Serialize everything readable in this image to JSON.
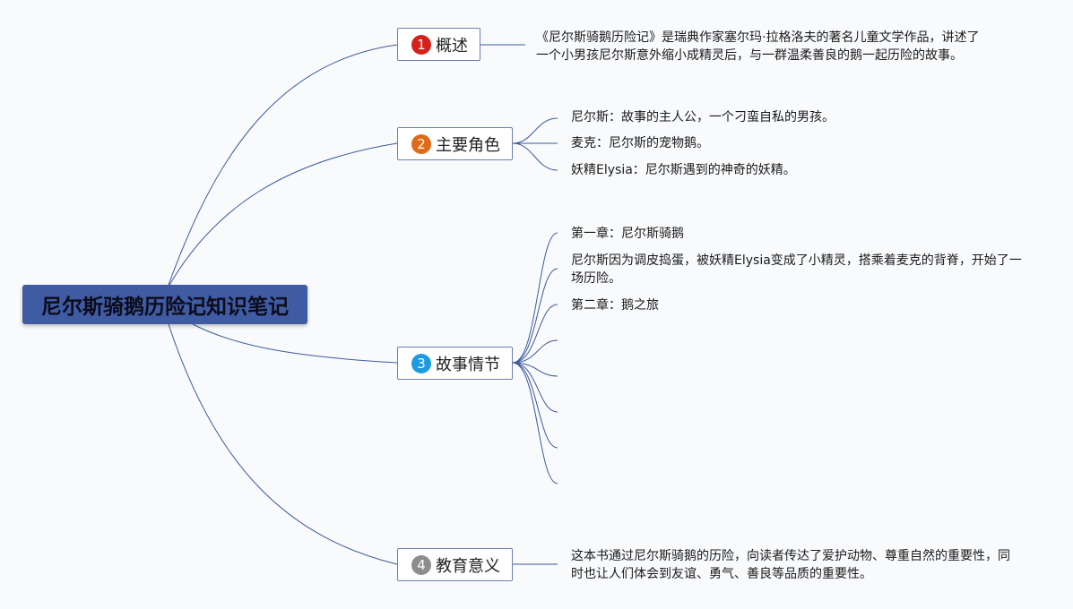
{
  "root": {
    "label": "尼尔斯骑鹅历险记知识笔记"
  },
  "topics": [
    {
      "number": "1",
      "label": "概述",
      "badge_color": "#d4221a"
    },
    {
      "number": "2",
      "label": "主要角色",
      "badge_color": "#e06a17"
    },
    {
      "number": "3",
      "label": "故事情节",
      "badge_color": "#1e9be0"
    },
    {
      "number": "4",
      "label": "教育意义",
      "badge_color": "#8d8d8d"
    }
  ],
  "details": {
    "overview": "《尼尔斯骑鹅历险记》是瑞典作家塞尔玛·拉格洛夫的著名儿童文学作品，讲述了一个小男孩尼尔斯意外缩小成精灵后，与一群温柔善良的鹅一起历险的故事。",
    "characters": [
      "尼尔斯：故事的主人公，一个刁蛮自私的男孩。",
      "麦克：尼尔斯的宠物鹅。",
      "妖精Elysia：尼尔斯遇到的神奇的妖精。"
    ],
    "plot": [
      "第一章：尼尔斯骑鹅",
      "尼尔斯因为调皮捣蛋，被妖精Elysia变成了小精灵，搭乘着麦克的背脊，开始了一场历险。",
      "第二章：鹅之旅",
      "",
      "",
      "",
      "",
      ""
    ],
    "meaning": "这本书通过尼尔斯骑鹅的历险，向读者传达了爱护动物、尊重自然的重要性，同时也让人们体会到友谊、勇气、善良等品质的重要性。"
  },
  "colors": {
    "line": "#3d5a9a",
    "root_fill": "#3f5ba4",
    "topic_border": "#6a80b0"
  }
}
